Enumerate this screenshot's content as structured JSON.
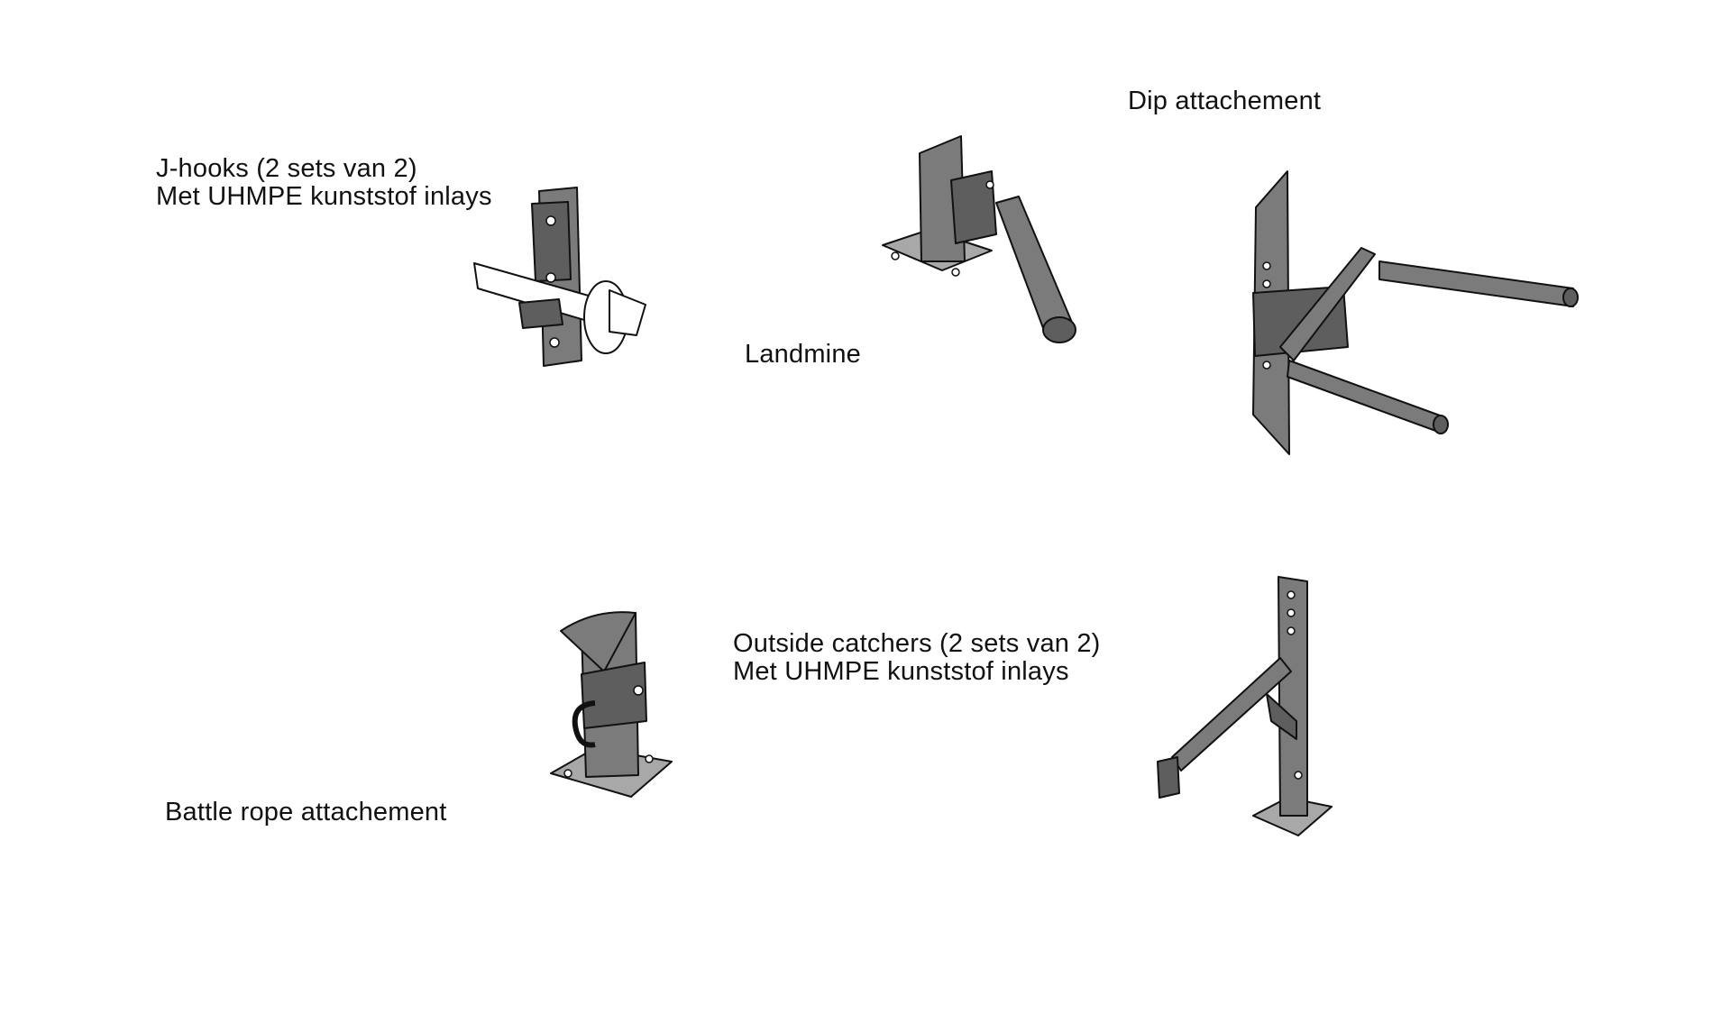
{
  "labels": {
    "dip": "Dip attachement",
    "jhooks_line1": "J-hooks (2 sets van 2)",
    "jhooks_line2": "Met UHMPE kunststof inlays",
    "landmine": "Landmine",
    "catchers_line1": "Outside catchers (2 sets van 2)",
    "catchers_line2": "Met UHMPE kunststof inlays",
    "battle_rope": "Battle rope attachement"
  },
  "colors": {
    "metal": "#7b7b7b",
    "outline": "#111111",
    "background": "#ffffff"
  }
}
